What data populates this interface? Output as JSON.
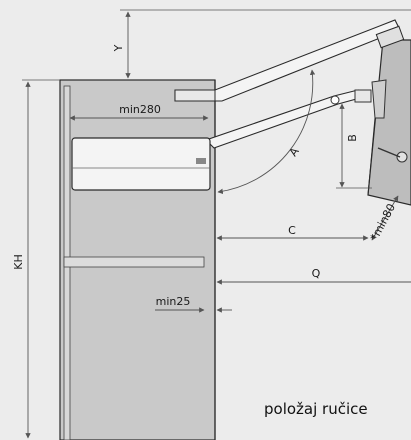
{
  "labels": {
    "y": "Y",
    "min280": "min280",
    "a": "A",
    "b": "B",
    "c": "C",
    "kh": "KH",
    "q": "Q",
    "min25": "min25",
    "min80": "*min80"
  },
  "caption": "položaj ručice",
  "colors": {
    "background": "#ececec",
    "cabinet": "#c9c9c9",
    "outline": "#2a2a2a",
    "dimension_line": "#555555",
    "mechanism": "#f4f4f4",
    "door": "#bdbdbd"
  }
}
